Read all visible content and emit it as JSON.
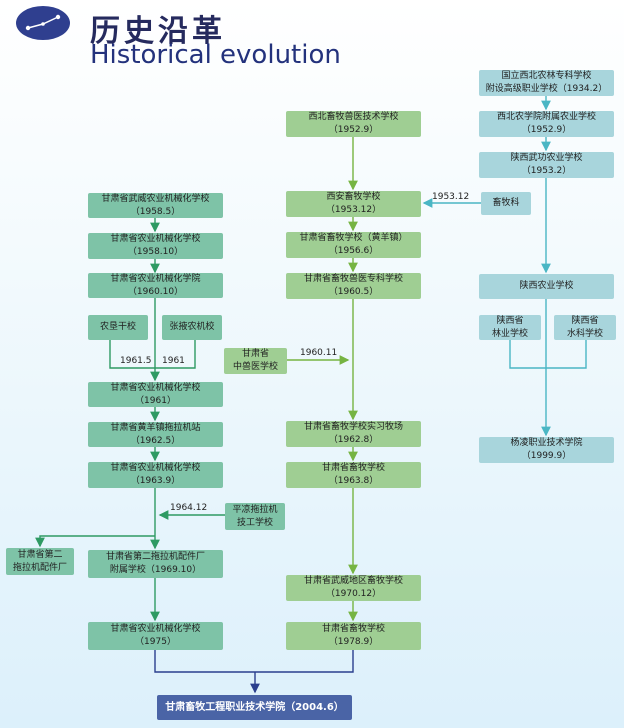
{
  "header": {
    "title_cn": "历史沿革",
    "title_en": "Historical evolution"
  },
  "colors": {
    "column1": "#7ec3a7",
    "column2": "#9fce93",
    "column3": "#a8d5dc",
    "final": "#4a64a6"
  },
  "nodes": {
    "n1": {
      "line1": "甘肃省武威农业机械化学校",
      "line2": "（1958.5）"
    },
    "n2": {
      "line1": "甘肃省农业机械化学校",
      "line2": "（1958.10）"
    },
    "n3": {
      "line1": "甘肃省农业机械化学院",
      "line2": "（1960.10）"
    },
    "n4": {
      "line1": "农垦干校"
    },
    "n5": {
      "line1": "张掖农机校"
    },
    "n6": {
      "line1": "甘肃省农业机械化学校",
      "line2": "（1961）"
    },
    "n7": {
      "line1": "甘肃省黄羊镇拖拉机站",
      "line2": "（1962.5）"
    },
    "n8": {
      "line1": "甘肃省农业机械化学校",
      "line2": "（1963.9）"
    },
    "n9": {
      "line1": "平凉拖拉机",
      "line2": "技工学校"
    },
    "n10": {
      "line1": "甘肃省第二",
      "line2": "拖拉机配件厂"
    },
    "n11": {
      "line1": "甘肃省第二拖拉机配件厂",
      "line2": "附属学校（1969.10）"
    },
    "n12": {
      "line1": "甘肃省农业机械化学校",
      "line2": "（1975）"
    },
    "m1": {
      "line1": "西北畜牧兽医技术学校",
      "line2": "（1952.9）"
    },
    "m2": {
      "line1": "西安畜牧学校",
      "line2": "（1953.12）"
    },
    "m3": {
      "line1": "甘肃省畜牧学校（黄羊镇）",
      "line2": "（1956.6）"
    },
    "m4": {
      "line1": "甘肃省畜牧兽医专科学校",
      "line2": "（1960.5）"
    },
    "m5": {
      "line1": "甘肃省",
      "line2": "中兽医学校"
    },
    "m6": {
      "line1": "甘肃省畜牧学校实习牧场",
      "line2": "（1962.8）"
    },
    "m7": {
      "line1": "甘肃省畜牧学校",
      "line2": "（1963.8）"
    },
    "m8": {
      "line1": "甘肃省武威地区畜牧学校",
      "line2": "（1970.12）"
    },
    "m9": {
      "line1": "甘肃省畜牧学校",
      "line2": "（1978.9）"
    },
    "r1": {
      "line1": "国立西北农林专科学校",
      "line2": "附设高级职业学校（1934.2）"
    },
    "r2": {
      "line1": "西北农学院附属农业学校",
      "line2": "（1952.9）"
    },
    "r3": {
      "line1": "陕西武功农业学校",
      "line2": "（1953.2）"
    },
    "r4": {
      "line1": "畜牧科"
    },
    "r5": {
      "line1": "陕西农业学校"
    },
    "r6": {
      "line1": "陕西省",
      "line2": "林业学校"
    },
    "r7": {
      "line1": "陕西省",
      "line2": "水科学校"
    },
    "r8": {
      "line1": "杨凌职业技术学院",
      "line2": "（1999.9）"
    },
    "final": {
      "line1": "甘肃畜牧工程职业技术学院（2004.6）"
    }
  },
  "labels": {
    "l1961_5": "1961.5",
    "l1961": "1961",
    "l1960_11": "1960.11",
    "l1953_12": "1953.12",
    "l1964_12": "1964.12"
  }
}
